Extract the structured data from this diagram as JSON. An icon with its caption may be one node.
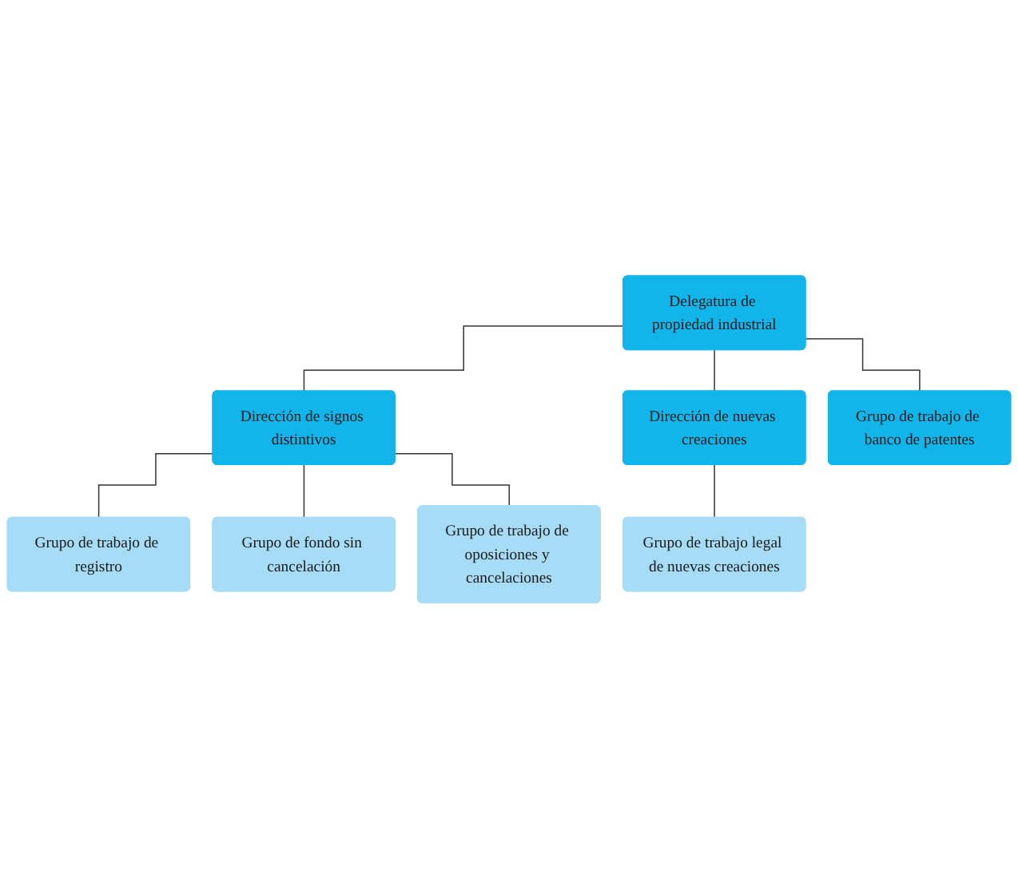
{
  "diagram": {
    "nodes": [
      {
        "text": [
          "Delegatura de propiedad industrial"
        ]
      },
      {
        "text": [
          "Dirección de signos distintivos"
        ]
      },
      {
        "text": [
          "Dirección de nuevas creaciones"
        ]
      },
      {
        "text": [
          "Grupo de trabajo de banco de patentes"
        ]
      },
      {
        "text": [
          "Grupo de trabajo de registro"
        ]
      },
      {
        "text": [
          "Grupo de trabajo legal de nuevas creaciones"
        ]
      },
      {
        "text": [
          "Grupo de fondo sin cancelación"
        ]
      },
      {
        "text": [
          "Grupo de trabajo de oposiciones y cancelaciones"
        ]
      }
    ],
    "edges": [
      {
        "from": 0,
        "to": 1,
        "arrow": "none"
      },
      {
        "from": 0,
        "to": 2,
        "arrow": "none"
      },
      {
        "from": 0,
        "to": 3,
        "arrow": "none"
      },
      {
        "from": 1,
        "to": 4,
        "arrow": "none"
      },
      {
        "from": 2,
        "to": 5,
        "arrow": "none"
      },
      {
        "from": 1,
        "to": 6,
        "arrow": "none"
      },
      {
        "from": 1,
        "to": 7,
        "arrow": "none"
      }
    ]
  }
}
